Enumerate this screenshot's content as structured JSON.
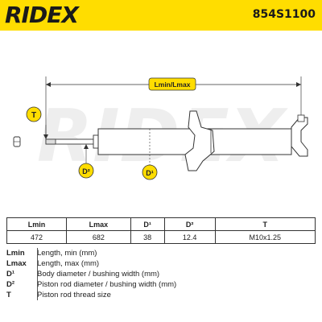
{
  "header": {
    "brand": "RIDEX",
    "part_number": "854S1100"
  },
  "drawing": {
    "dimension_label": "Lmin/Lmax",
    "label_t": "T",
    "label_d2": "D²",
    "label_d1": "D¹",
    "watermark": "RIDEX",
    "colors": {
      "accent": "#ffdd00",
      "line": "#333333"
    }
  },
  "table": {
    "headers": [
      "Lmin",
      "Lmax",
      "D¹",
      "D²",
      "T"
    ],
    "values": [
      "472",
      "682",
      "38",
      "12.4",
      "M10x1.25"
    ]
  },
  "legend": [
    {
      "key": "Lmin",
      "desc": "Length, min (mm)"
    },
    {
      "key": "Lmax",
      "desc": "Length, max (mm)"
    },
    {
      "key": "D¹",
      "desc": "Body diameter / bushing width (mm)"
    },
    {
      "key": "D²",
      "desc": "Piston rod diameter / bushing width (mm)"
    },
    {
      "key": "T",
      "desc": "Piston rod thread size"
    }
  ]
}
